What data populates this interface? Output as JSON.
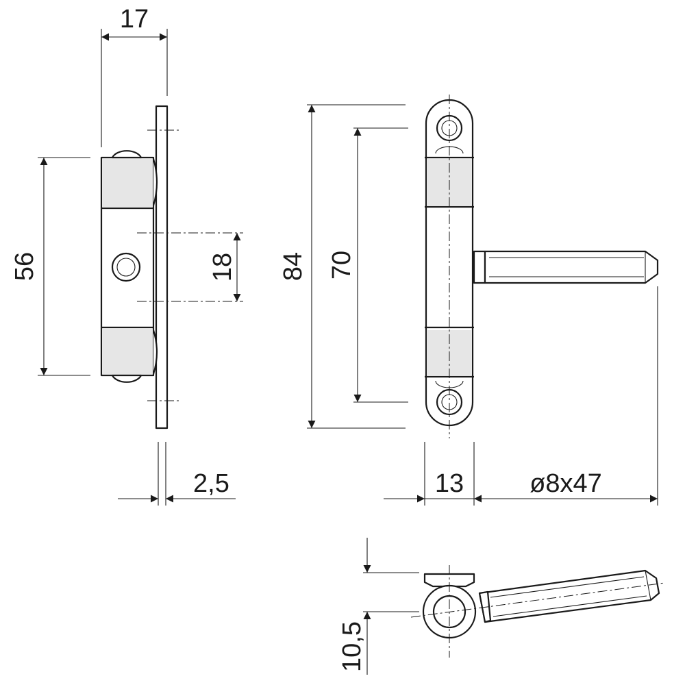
{
  "dimensions": {
    "side_width": "17",
    "side_height": "56",
    "hole_pitch": "18",
    "plate_thickness": "2,5",
    "overall_height": "84",
    "hole_distance": "70",
    "body_width": "13",
    "pin_size": "ø8x47",
    "offset": "10,5"
  }
}
